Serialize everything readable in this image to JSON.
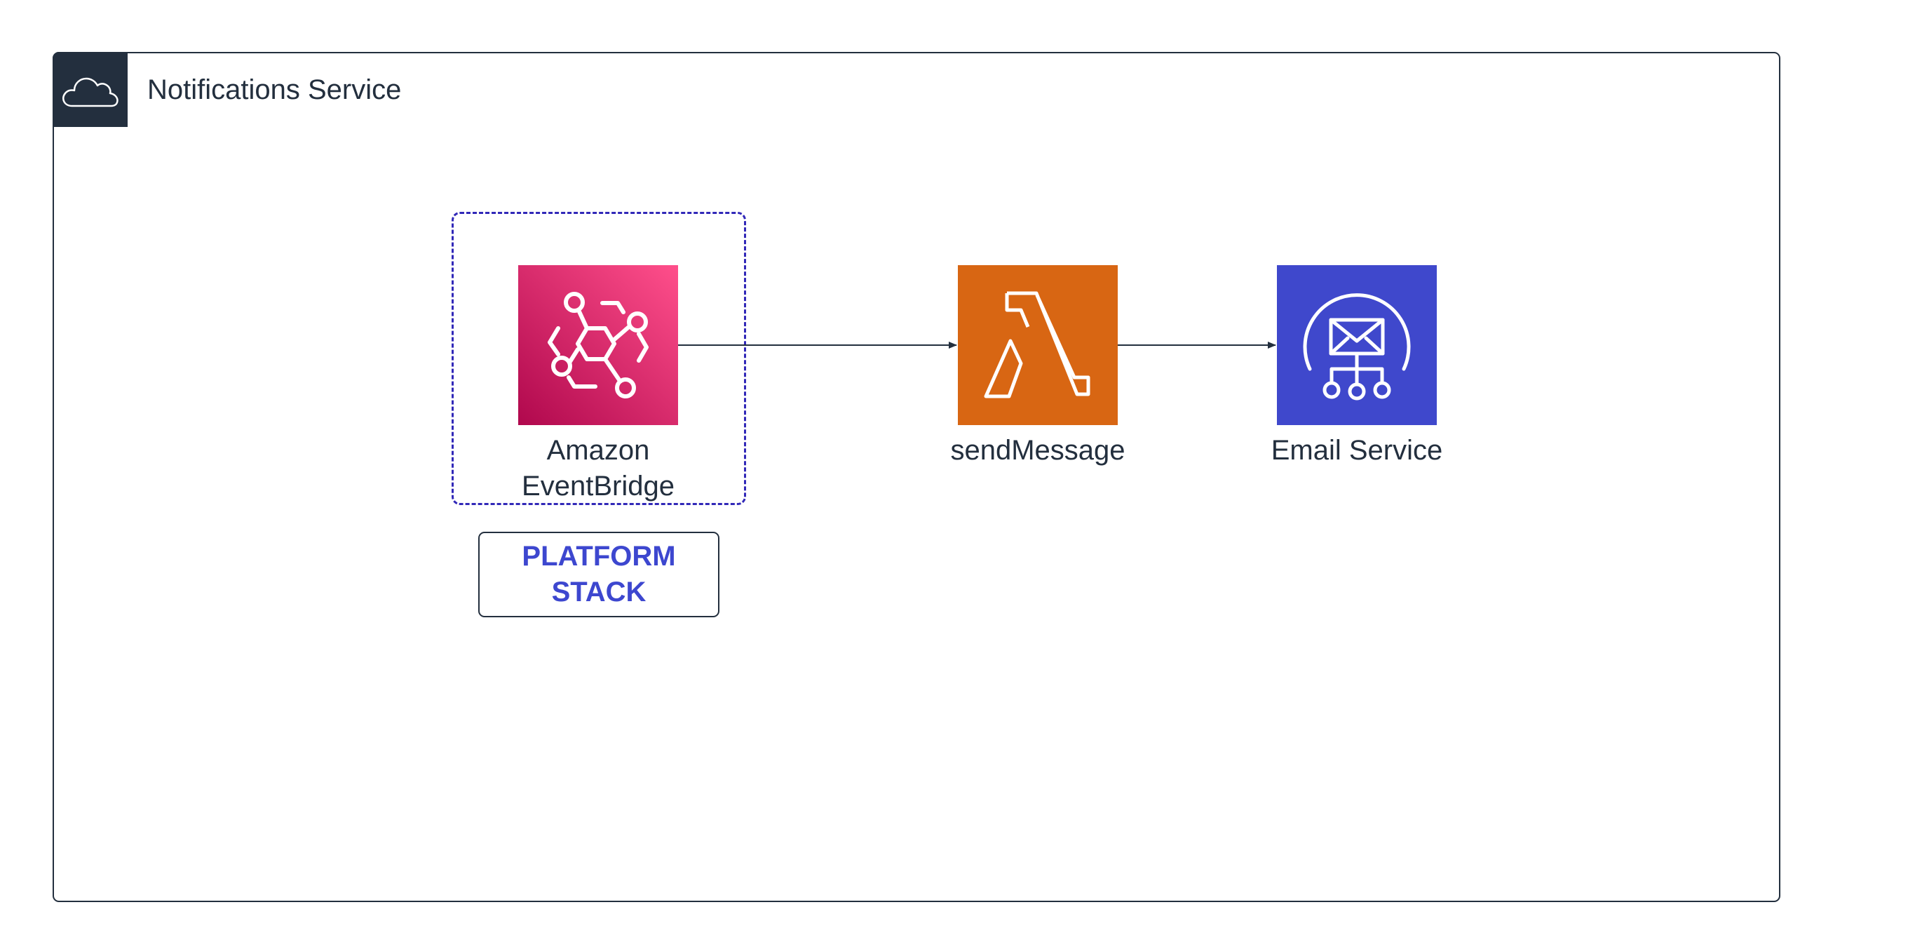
{
  "diagram": {
    "group": {
      "title": "Notifications Service",
      "icon": "cloud-icon"
    },
    "nodes": [
      {
        "id": "eventbridge",
        "label": "Amazon EventBridge",
        "icon": "eventbridge-icon",
        "color_top": "#ff4f8b",
        "color_bottom": "#b0084d"
      },
      {
        "id": "send_message",
        "label": "sendMessage",
        "icon": "lambda-icon",
        "color": "#d86613"
      },
      {
        "id": "email_service",
        "label": "Email Service",
        "icon": "email-service-icon",
        "color": "#3f48cc"
      }
    ],
    "edges": [
      {
        "from": "eventbridge",
        "to": "send_message"
      },
      {
        "from": "send_message",
        "to": "email_service"
      }
    ],
    "platform_note": "PLATFORM\nSTACK",
    "colors": {
      "frame": "#232f3e",
      "boundary": "#3128b8",
      "note_text": "#3d47cf",
      "arrow": "#232f3e"
    }
  }
}
